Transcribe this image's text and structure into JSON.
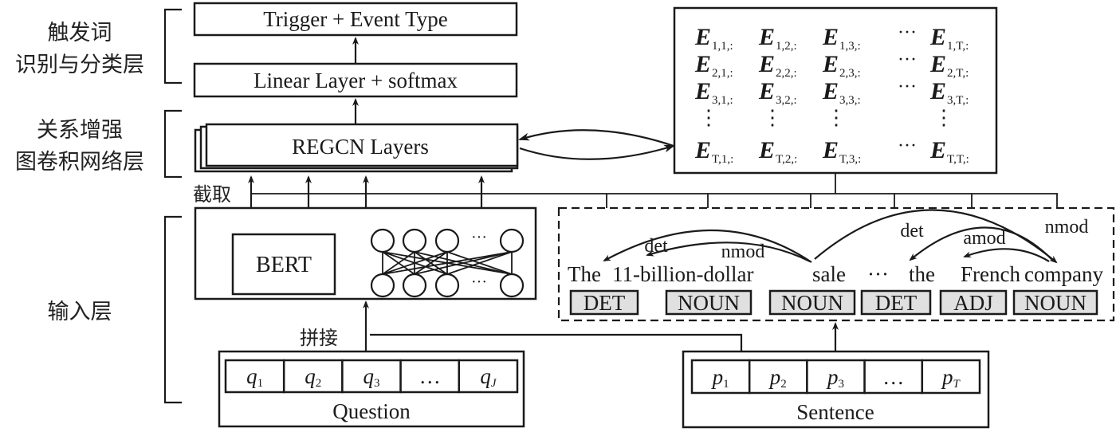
{
  "layer_labels": {
    "trigger_layer": [
      "触发词",
      "识别与分类层"
    ],
    "regcn_layer": [
      "关系增强",
      "图卷积网络层"
    ],
    "input_layer": "输入层"
  },
  "boxes": {
    "output": "Trigger + Event Type",
    "linear": "Linear Layer + softmax",
    "regcn": "REGCN Layers",
    "bert": "BERT"
  },
  "annotations": {
    "truncate": "截取",
    "concat": "拼接"
  },
  "edge_matrix": {
    "symbol": "E",
    "rows": [
      [
        "1,1,:",
        "1,2,:",
        "1,3,:",
        "…",
        "1,T,:"
      ],
      [
        "2,1,:",
        "2,2,:",
        "2,3,:",
        "…",
        "2,T,:"
      ],
      [
        "3,1,:",
        "3,2,:",
        "3,3,:",
        "…",
        "3,T,:"
      ],
      [
        "⋮",
        "⋮",
        "⋮",
        "",
        "⋮"
      ],
      [
        "T,1,:",
        "T,2,:",
        "T,3,:",
        "…",
        "T,T,:"
      ]
    ]
  },
  "dependency": {
    "words": [
      "The",
      "11-billion-dollar",
      "sale",
      "···",
      "the",
      "French",
      "company"
    ],
    "pos_tags": [
      "DET",
      "NOUN",
      "NOUN",
      "DET",
      "ADJ",
      "NOUN"
    ],
    "arcs": [
      {
        "label": "det",
        "from": "sale",
        "to": "The"
      },
      {
        "label": "nmod",
        "from": "sale",
        "to": "11-billion-dollar"
      },
      {
        "label": "nmod",
        "from": "sale",
        "to": "company"
      },
      {
        "label": "det",
        "from": "company",
        "to": "the"
      },
      {
        "label": "amod",
        "from": "company",
        "to": "French"
      }
    ]
  },
  "question": {
    "label": "Question",
    "tokens": [
      {
        "base": "q",
        "sub": "1"
      },
      {
        "base": "q",
        "sub": "2"
      },
      {
        "base": "q",
        "sub": "3"
      },
      {
        "base": "…",
        "sub": ""
      },
      {
        "base": "q",
        "sub": "J"
      }
    ]
  },
  "sentence": {
    "label": "Sentence",
    "tokens": [
      {
        "base": "p",
        "sub": "1"
      },
      {
        "base": "p",
        "sub": "2"
      },
      {
        "base": "p",
        "sub": "3"
      },
      {
        "base": "…",
        "sub": ""
      },
      {
        "base": "p",
        "sub": "T"
      }
    ]
  }
}
